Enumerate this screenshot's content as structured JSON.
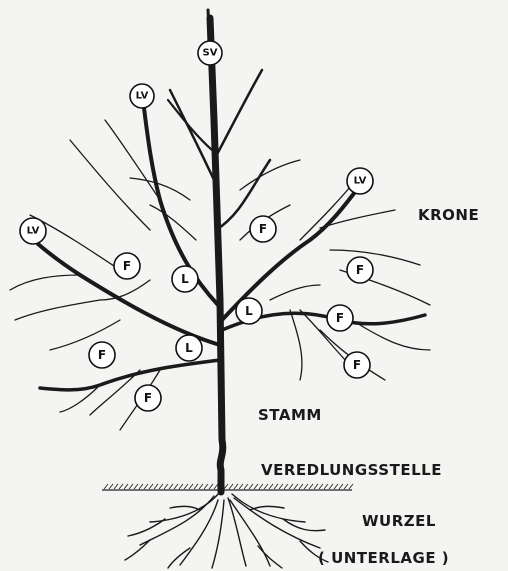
{
  "parts": {
    "krone": "KRONE",
    "stamm": "STAMM",
    "veredlungsstelle": "VEREDLUNGSSTELLE",
    "wurzel": "WURZEL",
    "unterlage": "( UNTERLAGE )"
  },
  "node_labels": {
    "sv": "SV",
    "lv": "LV",
    "f": "F",
    "l": "L"
  }
}
